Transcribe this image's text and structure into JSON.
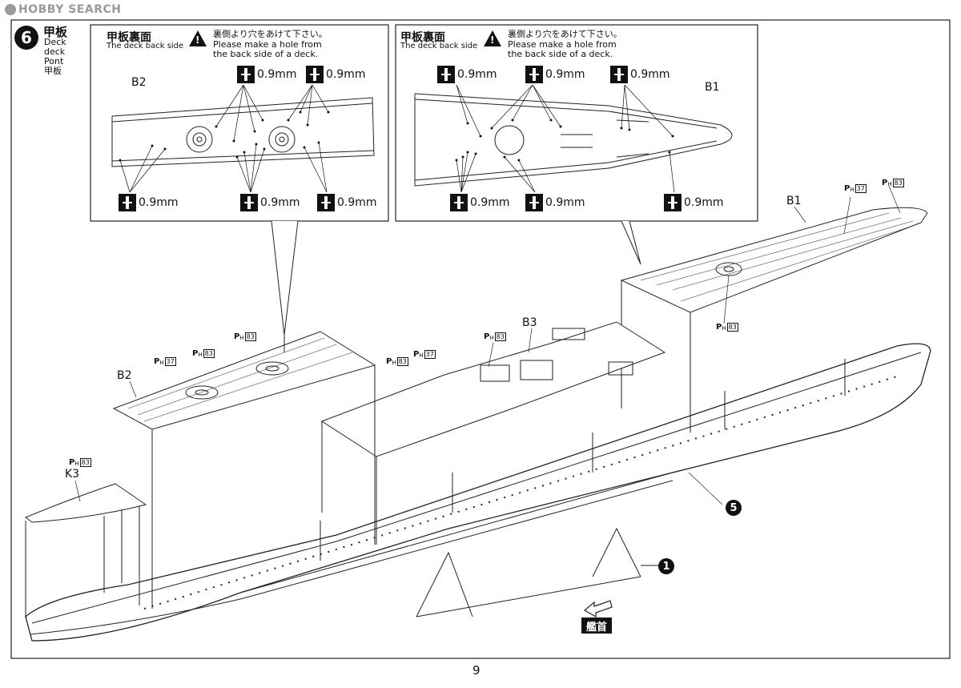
{
  "watermark": "HOBBY SEARCH",
  "step": {
    "number": "6",
    "title": "甲板",
    "translations": [
      "Deck",
      "deck",
      "Pont",
      "甲板"
    ]
  },
  "insets": [
    {
      "title": "甲板裏面",
      "subtitle": "The deck back side",
      "warning_jp": "裏側より穴をあけて下さい。",
      "warning_en_1": "Please make a hole from",
      "warning_en_2": "the back side of a deck.",
      "part": "B2",
      "drill_top": [
        "0.9mm",
        "0.9mm"
      ],
      "drill_bottom": [
        "0.9mm",
        "0.9mm",
        "0.9mm"
      ]
    },
    {
      "title": "甲板裏面",
      "subtitle": "The deck back side",
      "warning_jp": "裏側より穴をあけて下さい。",
      "warning_en_1": "Please make a hole from",
      "warning_en_2": "the back side of a deck.",
      "part": "B1",
      "drill_top": [
        "0.9mm",
        "0.9mm",
        "0.9mm"
      ],
      "drill_bottom": [
        "0.9mm",
        "0.9mm",
        "0.9mm"
      ]
    }
  ],
  "parts": {
    "b1": "B1",
    "b2": "B2",
    "b3": "B3",
    "k3": "K3"
  },
  "paint_codes": {
    "p": "P",
    "h": "H",
    "b1_1": "37",
    "b1_2": "83",
    "b1_3": "83",
    "b3": "83",
    "mid_1": "83",
    "mid_2": "37",
    "b2_1": "37",
    "b2_2": "83",
    "b2_3": "83",
    "k3": "83"
  },
  "refs": {
    "hull": "5",
    "stand": "1"
  },
  "bow_label": "艦首",
  "page_number": "9"
}
